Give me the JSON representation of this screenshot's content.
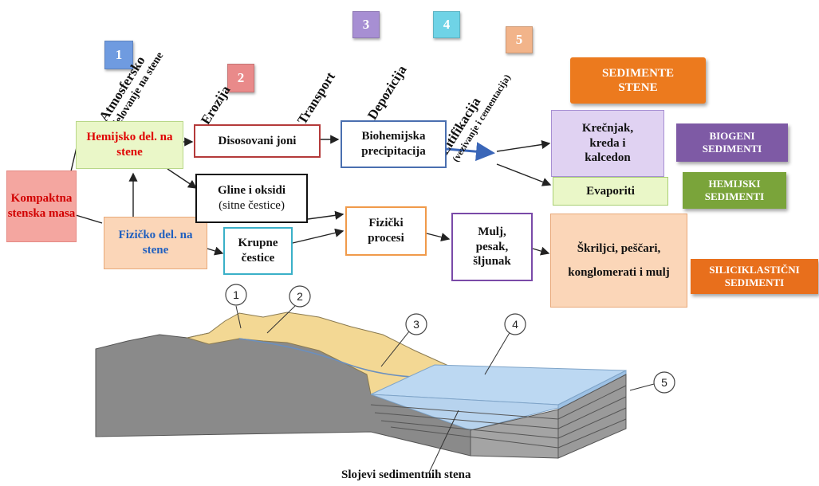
{
  "stage_numbers": [
    "1",
    "2",
    "3",
    "4",
    "5"
  ],
  "stages": {
    "weathering_line1": "Atmosfersko",
    "weathering_line2": "delovanje na stene",
    "erosion": "Erozija",
    "transport": "Transport",
    "deposition": "Depozicija",
    "lithification": "Litifikacija",
    "lithification_note": "(vezivanje i cementacija)"
  },
  "boxes": {
    "compact_mass": "Kompaktna stenska masa",
    "chemical_weathering": "Hemijsko del. na stene",
    "physical_weathering": "Fizičko del. na stene",
    "dissolved_ions": "Disosovani joni",
    "clays_oxides_line1": "Gline i oksidi",
    "clays_oxides_line2": "(sitne čestice)",
    "coarse_particles": "Krupne čestice",
    "biochemical_precipitation": "Biohemijska precipitacija",
    "physical_processes": "Fizički procesi",
    "mud_sand_gravel": "Mulj, pesak, šljunak",
    "limestone": "Krečnjak, kreda i kalcedon",
    "evaporites": "Evaporiti",
    "shales": "Škriljci, peščari, konglomerati i mulj",
    "sedimentary_rocks": "SEDIMENTE STENE"
  },
  "categories": {
    "biogenic": "BIOGENI SEDIMENTI",
    "chemical": "HEMIJSKI SEDIMENTI",
    "siliciclastic": "SILICIKLASTIČNI SEDIMENTI"
  },
  "landscape": {
    "callouts": [
      "1",
      "2",
      "3",
      "4",
      "5"
    ],
    "caption": "Slojevi sedimentnih stena"
  },
  "colors": {
    "num1": "#6f9be0",
    "num2": "#e98a8a",
    "num3": "#a78fd3",
    "num4": "#6fd3e6",
    "num5": "#f2b48a",
    "compact_fill": "#f4a6a0",
    "compact_text": "#d10000",
    "chem_fill": "#eaf7c8",
    "chem_text": "#e00000",
    "phys_fill": "#fbd6b8",
    "phys_text": "#1f5fbf",
    "biogenic": "#7e5aa5",
    "chemical": "#7aa43a",
    "siliciclastic": "#e86f1c",
    "sedimentary": "#ec7a1e"
  }
}
